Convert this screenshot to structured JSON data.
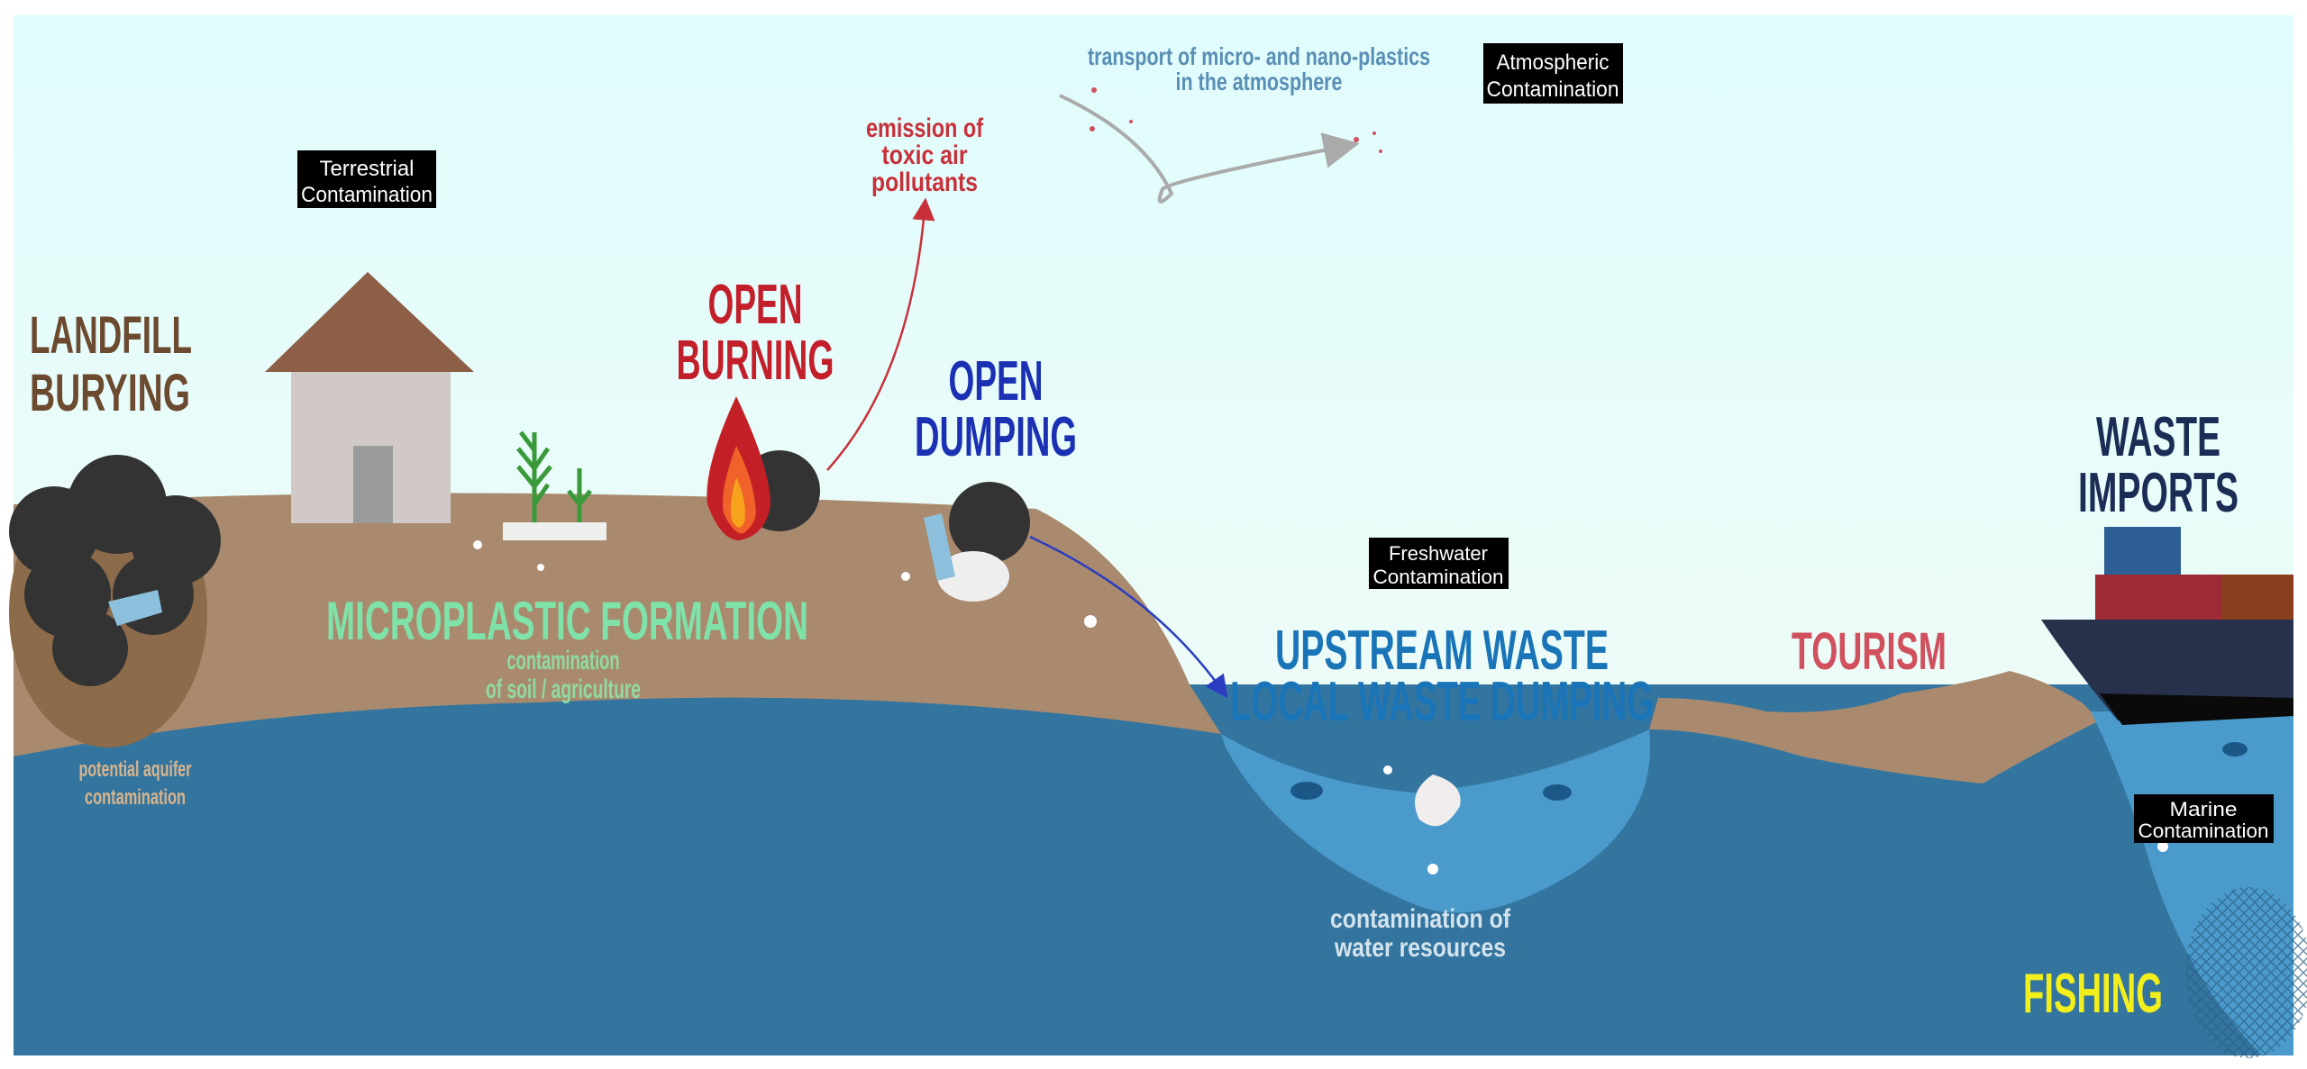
{
  "labels": {
    "landfill": [
      "LANDFILL",
      "BURYING"
    ],
    "open_burning": [
      "OPEN",
      "BURNING"
    ],
    "open_dumping": [
      "OPEN",
      "DUMPING"
    ],
    "emission": [
      "emission of",
      "toxic air",
      "pollutants"
    ],
    "transport": [
      "transport of micro- and nano-plastics",
      "in the atmosphere"
    ],
    "microplastic": "MICROPLASTIC FORMATION",
    "soil": [
      "contamination",
      "of soil / agriculture"
    ],
    "aquifer": [
      "potential aquifer",
      "contamination"
    ],
    "upstream": [
      "UPSTREAM WASTE",
      "LOCAL WASTE DUMPING"
    ],
    "tourism": "TOURISM",
    "water_resources": [
      "contamination of",
      "water resources"
    ],
    "waste_imports": [
      "WASTE",
      "IMPORTS"
    ],
    "fishing": "FISHING"
  },
  "tags": {
    "terrestrial": [
      "Terrestrial",
      "Contamination"
    ],
    "atmospheric": [
      "Atmospheric",
      "Contamination"
    ],
    "freshwater": [
      "Freshwater",
      "Contamination"
    ],
    "marine": [
      "Marine",
      "Contamination"
    ]
  },
  "colors": {
    "sky_top": "#e0fcfd",
    "sky_bottom": "#f4fbf4",
    "ground": "#a98a6e",
    "deep_water": "#33759f",
    "lake_water": "#4a9bcc",
    "landfill": "#6b4a2f",
    "burning": "#c21f2b",
    "dumping": "#1b30b3",
    "upstream": "#1a74b8",
    "tourism": "#d0505e",
    "imports": "#1b2c55",
    "microplastic": "#7fe3a9",
    "fishing": "#f3ef1c"
  }
}
